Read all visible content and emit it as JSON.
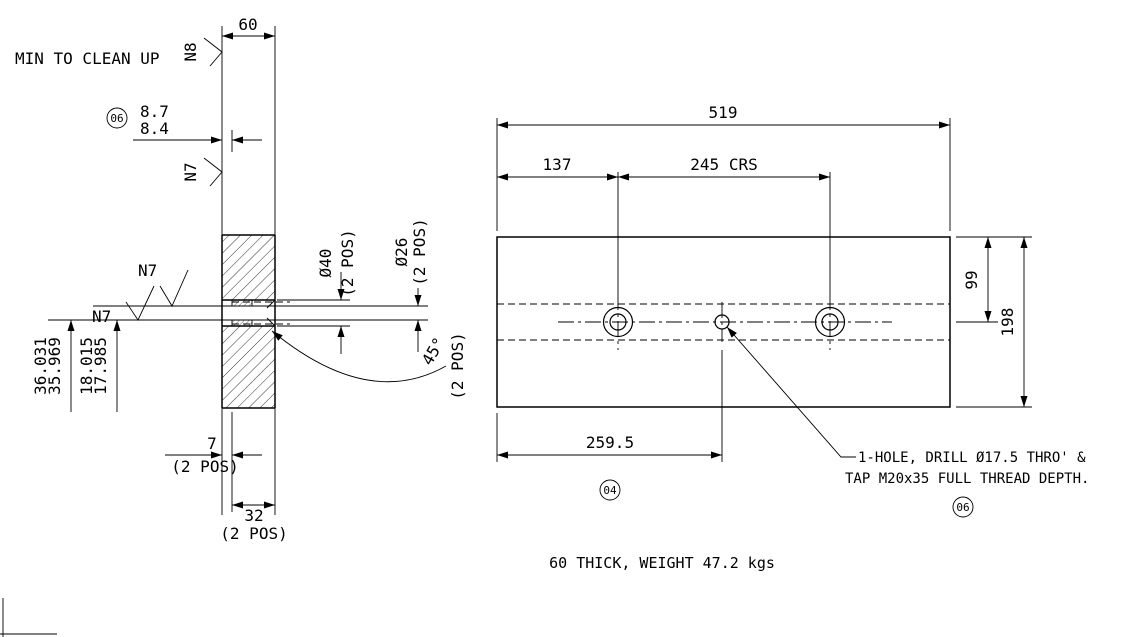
{
  "colors": {
    "background": "#ffffff",
    "ink": "#000000"
  },
  "section_view": {
    "surface_note": "MIN TO CLEAN UP",
    "n8": "N8",
    "n7": "N7",
    "thickness": "60",
    "balloon_06": "06",
    "recess_limit_high": "8.7",
    "recess_limit_low": "8.4",
    "bore_dia": "Ø40",
    "hole_dia": "Ø26",
    "chamfer": "45°",
    "pos2": "(2 POS)",
    "limit_36_high": "36.031",
    "limit_36_low": "35.969",
    "limit_18_high": "18.015",
    "limit_18_low": "17.985",
    "lip": "7",
    "depth_32": "32"
  },
  "plan_view": {
    "width": "519",
    "edge_to_hole": "137",
    "hole_centres": "245 CRS",
    "half_height": "99",
    "height": "198",
    "hole_position": "259.5",
    "balloon_04": "04",
    "balloon_06": "06",
    "hole_note_line1": "1-HOLE, DRILL Ø17.5 THRO' &",
    "hole_note_line2": "TAP M20x35 FULL THREAD DEPTH."
  },
  "footer": {
    "note": "60 THICK, WEIGHT 47.2 kgs"
  }
}
